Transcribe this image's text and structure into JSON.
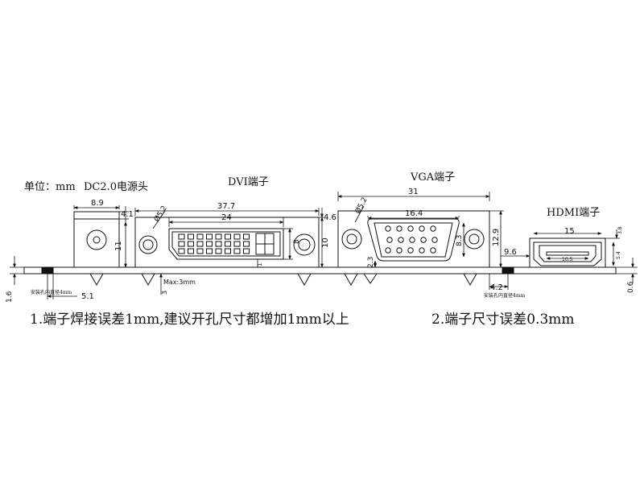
{
  "unit_label": "单位：mm",
  "connectors": {
    "dc": "DC2.0电源头",
    "dvi": "DVI端子",
    "vga": "VGA端子",
    "hdmi": "HDMI端子"
  },
  "dims": {
    "dc_width": "8.9",
    "dc_top": "4.1",
    "dc_height": "11",
    "dvi_phi": "Ø5.2",
    "dvi_total": "37.7",
    "dvi_body": "24",
    "dvi_pin_h": "8",
    "dvi_gap": "1",
    "dvi_top": "4.6",
    "dvi_height": "10",
    "vga_phi": "Ø5.2",
    "vga_total": "31",
    "vga_body": "16.4",
    "vga_pin_h": "8.3",
    "vga_gap": "2.3",
    "vga_height": "12.9",
    "hdmi_side": "9.6",
    "hdmi_w": "15",
    "hdmi_inner": "10.5",
    "hdmi_h1": "3.8",
    "hdmi_h2": "5.4",
    "hole_left": "5.1",
    "hole_right": "4.2",
    "max_3mm": "Max:3mm",
    "three": "3",
    "board_left": "1.6",
    "board_right": "0.6"
  },
  "hole_note_left": "安装孔内直径4mm",
  "hole_note_right": "安装孔内直径4mm",
  "notes": {
    "note1": "1.端子焊接误差1mm,建议开孔尺寸都增加1mm以上",
    "note2": "2.端子尺寸误差0.3mm"
  }
}
